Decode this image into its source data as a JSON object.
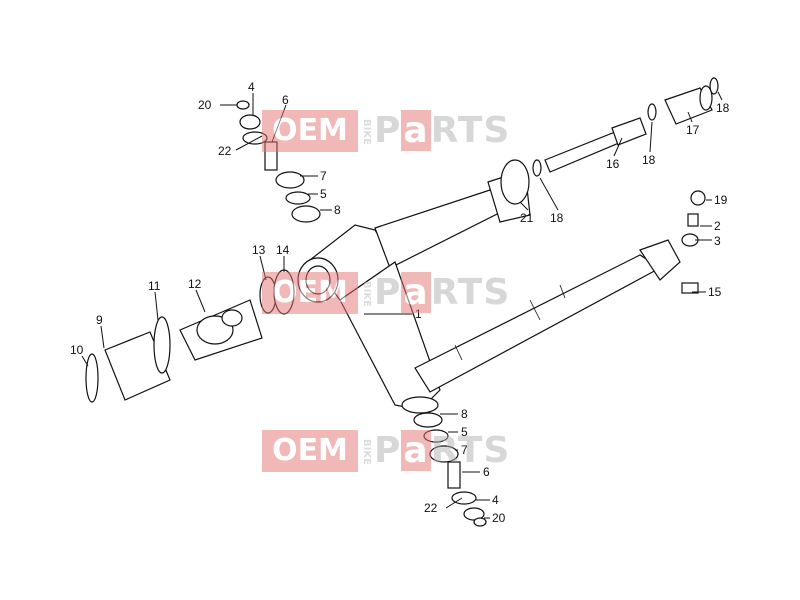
{
  "watermark": {
    "left": "OEM",
    "middle": "BIKE",
    "right_a": "P",
    "right_b": "a",
    "right_c": "RTS"
  },
  "callouts": {
    "c1": "1",
    "c2": "2",
    "c3": "3",
    "c4a": "4",
    "c4b": "4",
    "c5a": "5",
    "c5b": "5",
    "c6a": "6",
    "c6b": "6",
    "c7a": "7",
    "c7b": "7",
    "c8a": "8",
    "c8b": "8",
    "c9": "9",
    "c10": "10",
    "c11": "11",
    "c12": "12",
    "c13": "13",
    "c14": "14",
    "c15": "15",
    "c16": "16",
    "c17": "17",
    "c18a": "18",
    "c18b": "18",
    "c18c": "18",
    "c19": "19",
    "c20a": "20",
    "c20b": "20",
    "c21": "21",
    "c22a": "22",
    "c22b": "22"
  }
}
